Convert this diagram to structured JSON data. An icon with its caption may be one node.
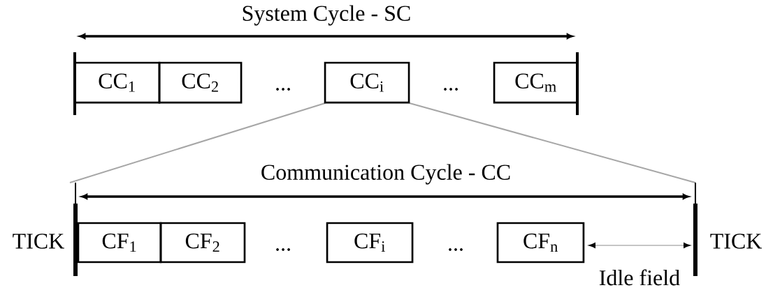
{
  "diagram": {
    "nodes": [
      {
        "text": [
          "CC$_{1}$"
        ]
      },
      {
        "text": [
          "CC$_{2}$"
        ]
      },
      {
        "text": [
          "CC$_{i}$"
        ]
      },
      {
        "text": [
          "CC$_{m}$"
        ]
      },
      {
        "text": [
          "CF$_{1}$"
        ]
      },
      {
        "text": [
          "CF$_{2}$"
        ]
      },
      {
        "text": [
          "CF$_{i}$"
        ]
      },
      {
        "text": [
          "CF$_{n}$"
        ]
      }
    ],
    "labels": [
      "System Cycle - SC",
      "...",
      "...",
      "Communication Cycle - CC",
      "TICK",
      "...",
      "...",
      "Idle field",
      "TICK"
    ]
  }
}
